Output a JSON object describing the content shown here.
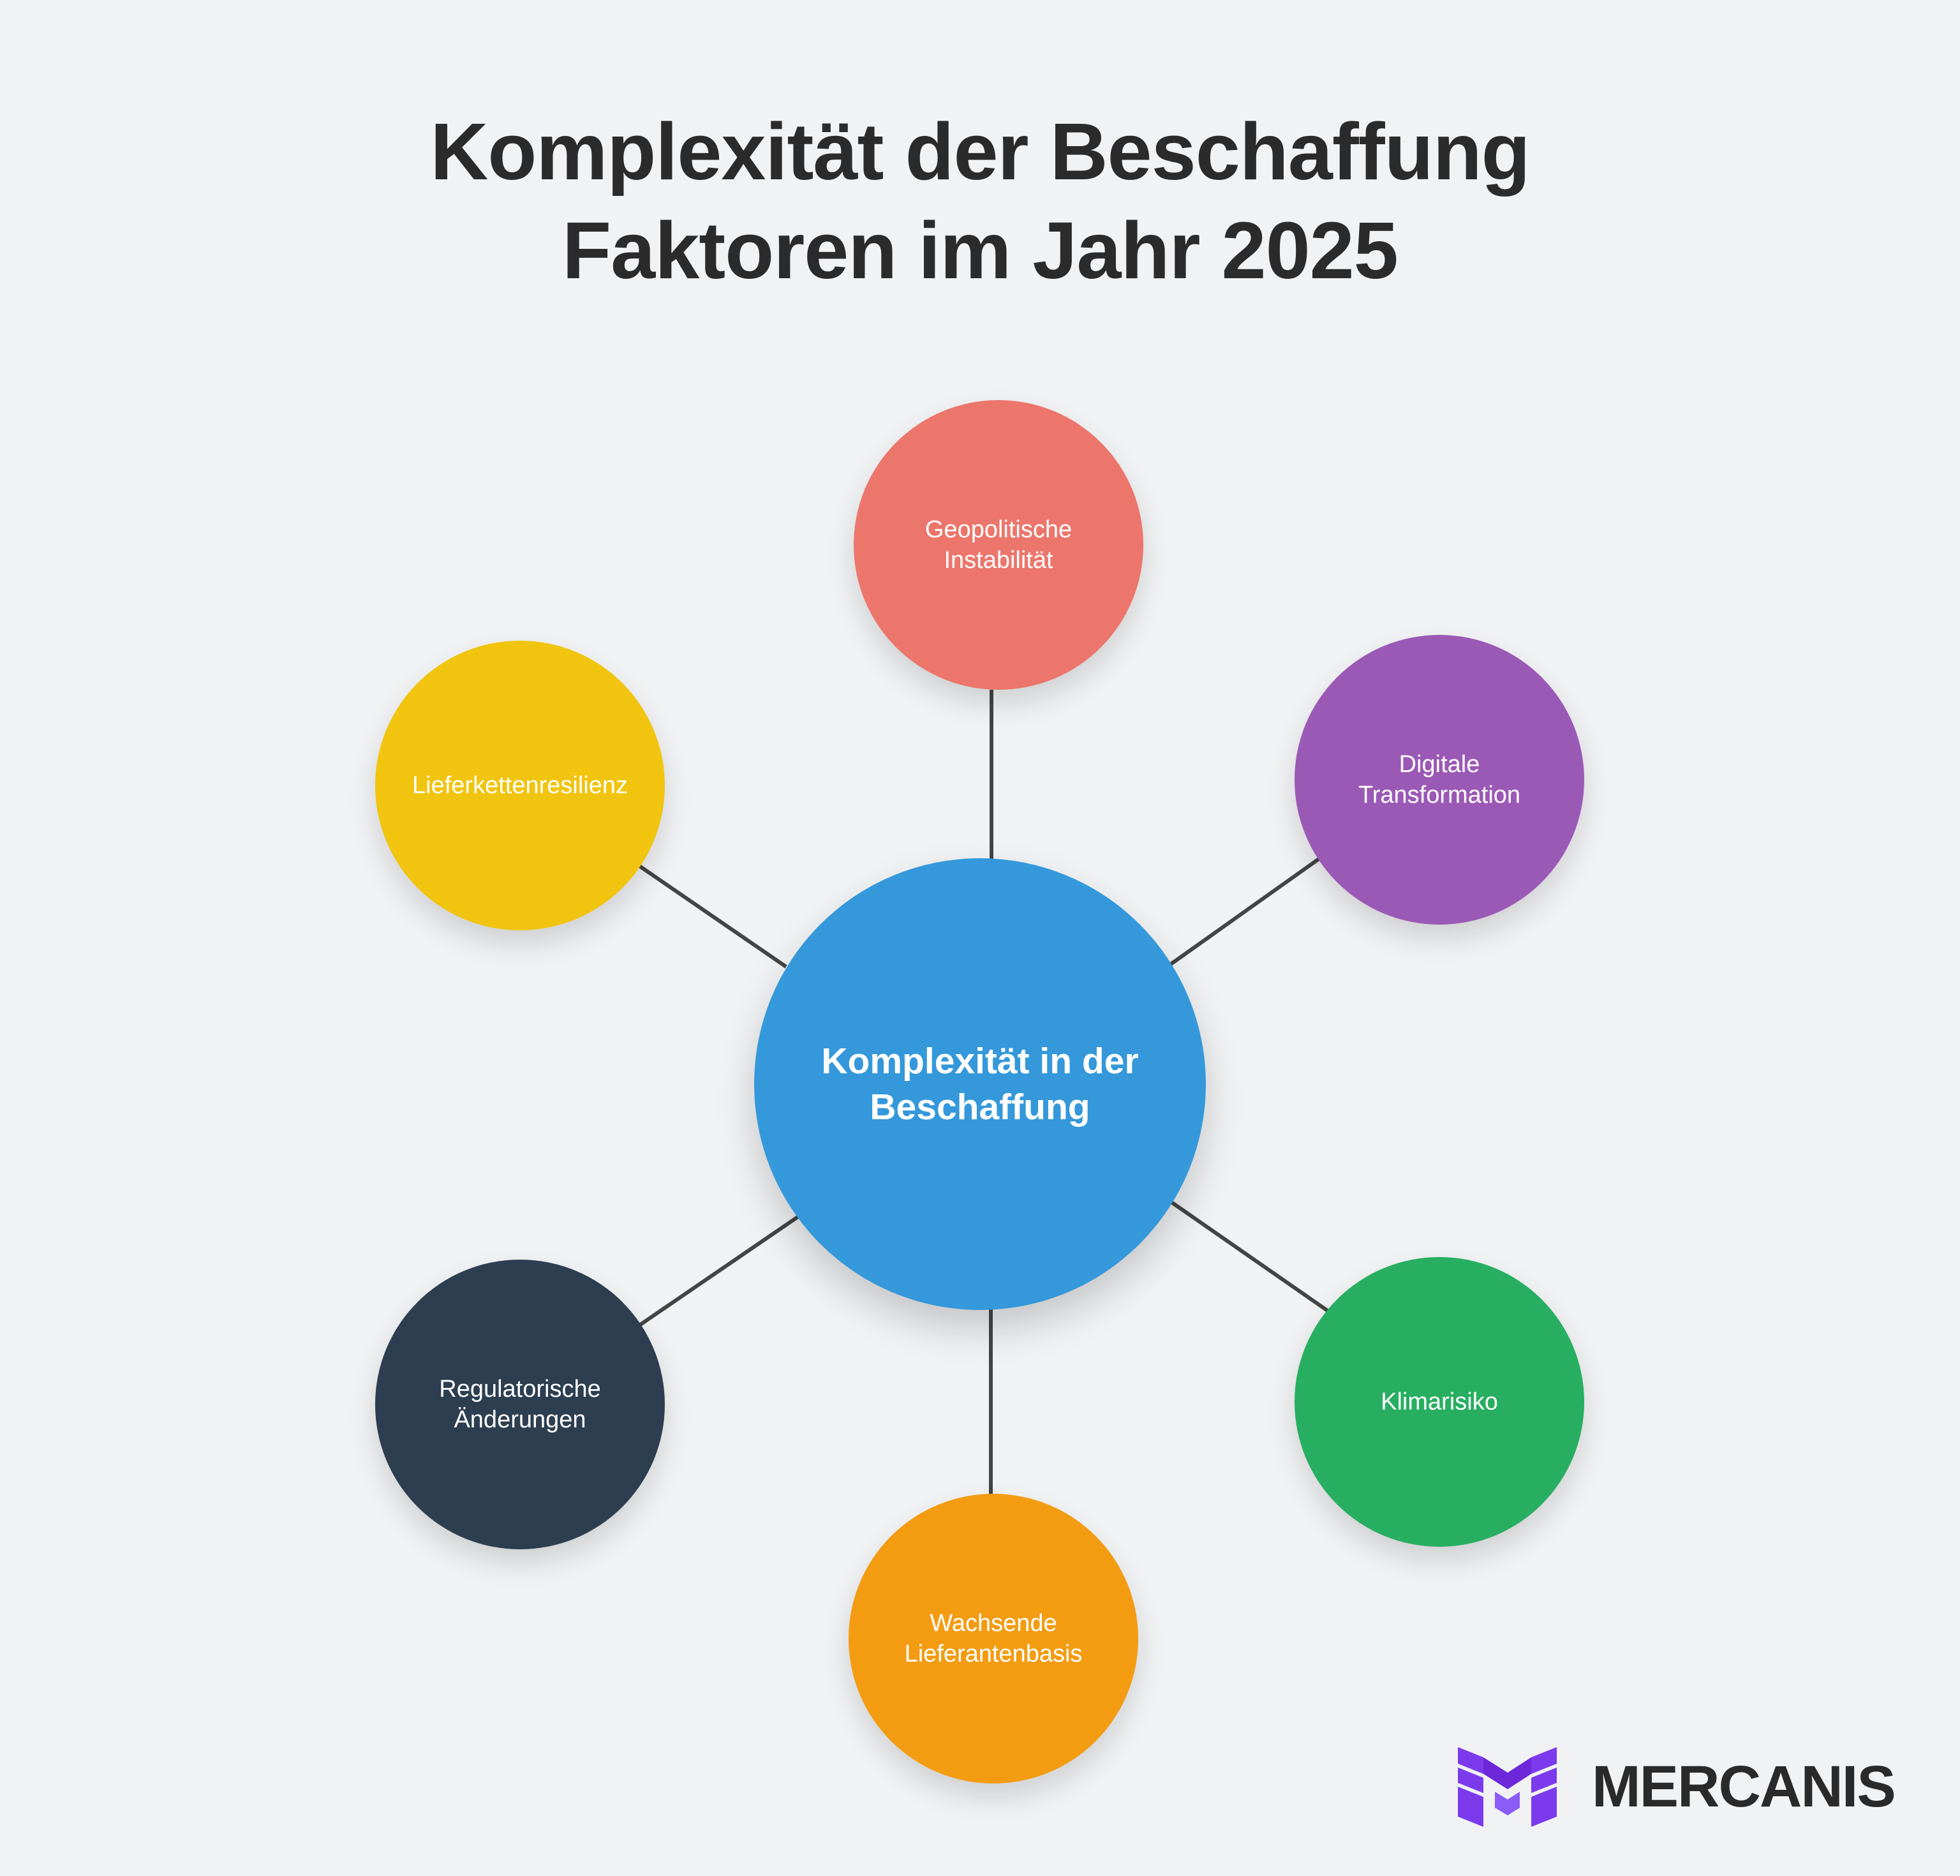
{
  "title": {
    "line1": "Komplexität der Beschaffung",
    "line2": "Faktoren im Jahr 2025"
  },
  "center": {
    "label": "Komplexität in der Beschaffung",
    "color": "#3498db"
  },
  "factors": [
    {
      "label": "Geopolitische Instabilität",
      "color": "#ec766c"
    },
    {
      "label": "Digitale Transformation",
      "color": "#9b59b6"
    },
    {
      "label": "Klimarisiko",
      "color": "#27ae60"
    },
    {
      "label": "Wachsende Lieferantenbasis",
      "color": "#f39c12"
    },
    {
      "label": "Regulatorische Änderungen",
      "color": "#2c3e50"
    },
    {
      "label": "Lieferkettenresilienz",
      "color": "#f1c40f"
    }
  ],
  "connector_color": "#444444",
  "logo": {
    "text": "MERCANIS",
    "icon": "mercanis-logo-icon",
    "color": "#7c3aed"
  }
}
